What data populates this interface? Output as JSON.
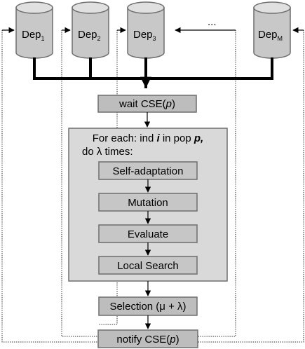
{
  "depots": [
    {
      "base": "Dep",
      "sub": "1"
    },
    {
      "base": "Dep",
      "sub": "2"
    },
    {
      "base": "Dep",
      "sub": "3"
    },
    {
      "base": "Dep",
      "sub": "M"
    }
  ],
  "ellipsis": "...",
  "wait_box": {
    "prefix": "wait CSE(",
    "var": "p",
    "suffix": ")"
  },
  "loop_box": {
    "line1_prefix": "For each: ind ",
    "line1_i": "i",
    "line1_mid": " in pop ",
    "line1_p": "p,",
    "line2": "do λ times:"
  },
  "steps": [
    "Self-adaptation",
    "Mutation",
    "Evaluate",
    "Local Search"
  ],
  "selection_label": "Selection (μ + λ)",
  "notify_box": {
    "prefix": "notify CSE(",
    "var": "p",
    "suffix": ")"
  }
}
